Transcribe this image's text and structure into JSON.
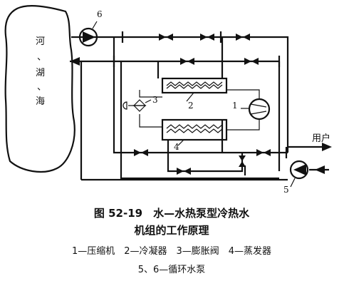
{
  "source_label": [
    "河",
    "、",
    "湖",
    "、",
    "海"
  ],
  "component_numbers": {
    "n1": "1",
    "n2": "2",
    "n3": "3",
    "n4": "4",
    "n5": "5",
    "n6": "6"
  },
  "user_label": "用户",
  "caption": {
    "title_line1": "图 52-19　水—水热泵型冷热水",
    "title_line2": "机组的工作原理",
    "legend_line1": "1—压缩机　2—冷凝器　3—膨胀阀　4—蒸发器",
    "legend_line2": "5、6—循环水泵"
  }
}
